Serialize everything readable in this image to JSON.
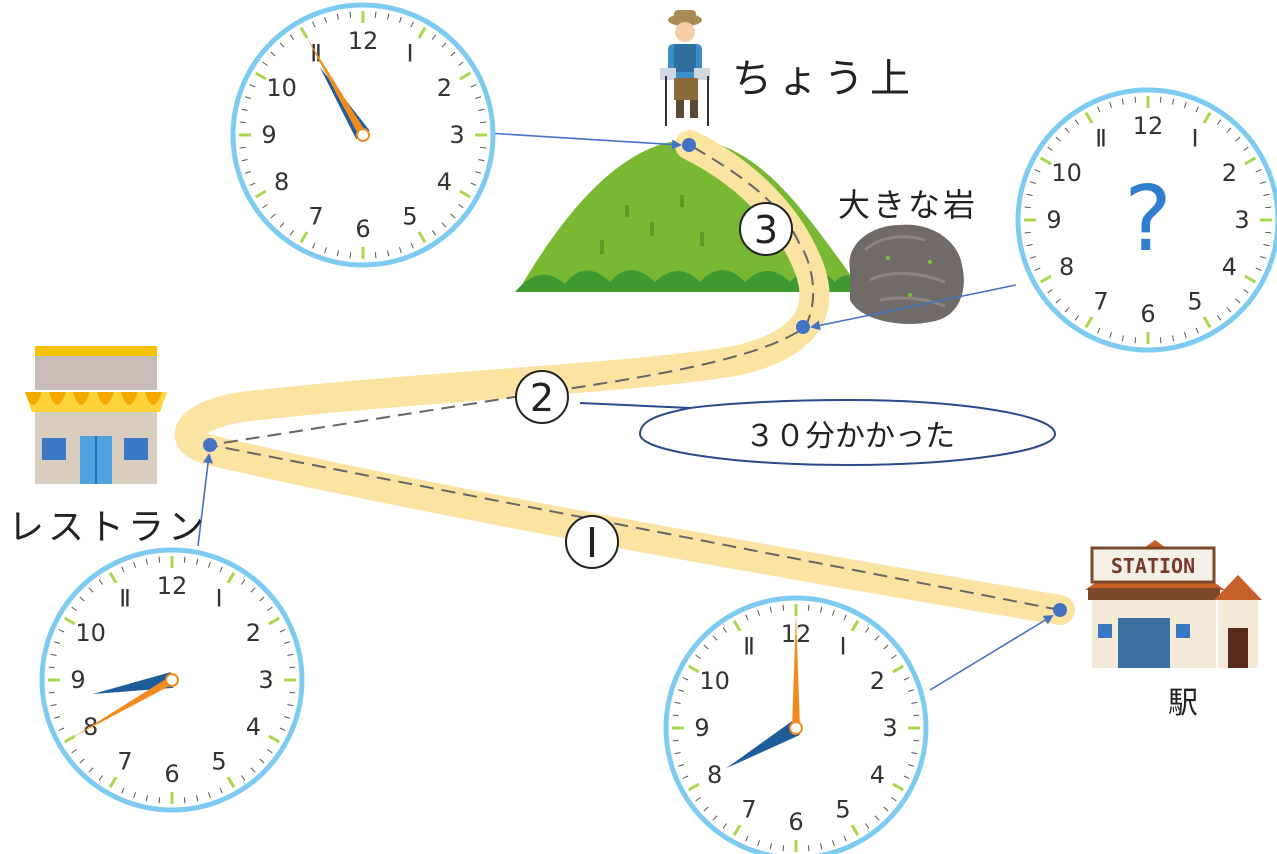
{
  "labels": {
    "summit": "ちょう上",
    "rock": "大きな岩",
    "restaurant": "レストラン",
    "station": "駅",
    "station_sign": "STATION",
    "bubble": "３０分かかった",
    "unknown_time": "?"
  },
  "legs": [
    {
      "label": "Ⅰ",
      "number": "1"
    },
    {
      "label": "2",
      "number": "2"
    },
    {
      "label": "3",
      "number": "3"
    }
  ],
  "clocks": [
    {
      "id": "clock-summit",
      "place": "summit",
      "time": "10:55",
      "hour": 10,
      "minute": 55
    },
    {
      "id": "clock-rock",
      "place": "rock",
      "time": "?",
      "hour": null,
      "minute": null
    },
    {
      "id": "clock-restaurant",
      "place": "restaurant",
      "time": "8:40",
      "hour": 8,
      "minute": 40
    },
    {
      "id": "clock-station",
      "place": "station",
      "time": "8:00",
      "hour": 8,
      "minute": 0
    }
  ],
  "colors": {
    "path": "#fbe3a2",
    "dash": "#666666",
    "arrow": "#4472c4",
    "clock_ring": "#7ecbf2",
    "tick_green": "#a8d84a",
    "hour_hand": "#1f5d9a",
    "minute_hand": "#f28b1c",
    "mountain": "#79b833",
    "question": "#2f7fd1"
  }
}
